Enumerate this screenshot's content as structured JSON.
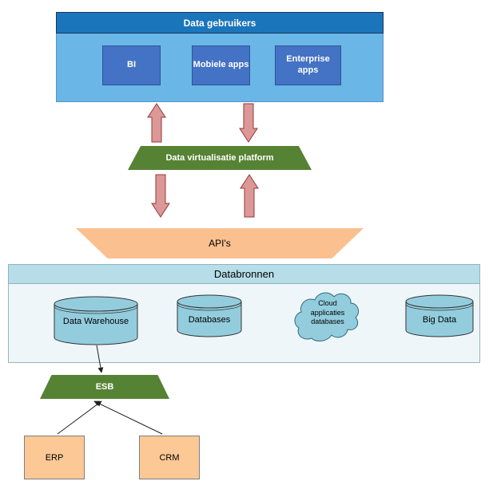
{
  "data_gebruikers": {
    "title": "Data gebruikers",
    "items": [
      {
        "label": "BI"
      },
      {
        "label": "Mobiele apps"
      },
      {
        "label": "Enterprise apps"
      }
    ]
  },
  "platform": {
    "label": "Data virtualisatie platform"
  },
  "apis": {
    "label": "API's"
  },
  "databronnen": {
    "title": "Databronnen",
    "sources": [
      {
        "label": "Data Warehouse",
        "shape": "cylinder"
      },
      {
        "label": "Databases",
        "shape": "cylinder"
      },
      {
        "label": "Cloud applicaties databases",
        "shape": "cloud"
      },
      {
        "label": "Big Data",
        "shape": "cylinder"
      }
    ]
  },
  "esb": {
    "label": "ESB"
  },
  "systems": [
    {
      "label": "ERP"
    },
    {
      "label": "CRM"
    }
  ],
  "colors": {
    "header_blue": "#1B75BB",
    "container_blue": "#69B6E7",
    "box_blue": "#4472C4",
    "green": "#568234",
    "orange": "#FAC090",
    "salmon_arrow": "#DC9896",
    "cylinder_blue": "#93CDDD",
    "header_light_blue": "#B7DEE8"
  }
}
